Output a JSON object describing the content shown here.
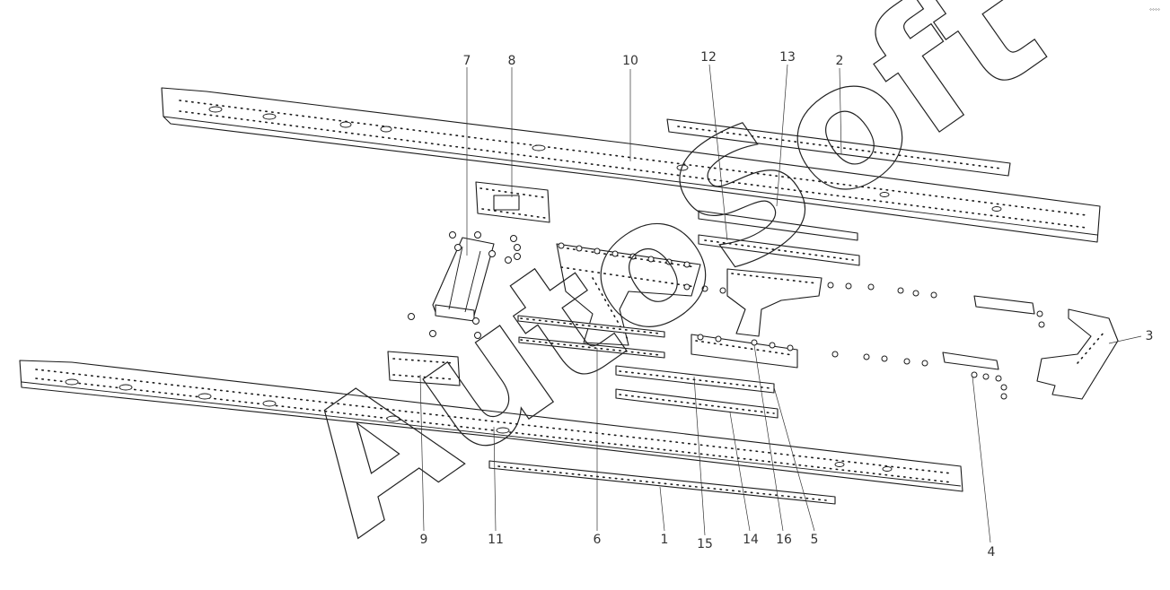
{
  "callouts": [
    {
      "id": "c1",
      "label": "1"
    },
    {
      "id": "c2",
      "label": "2"
    },
    {
      "id": "c3",
      "label": "3"
    },
    {
      "id": "c4",
      "label": "4"
    },
    {
      "id": "c5",
      "label": "5"
    },
    {
      "id": "c6",
      "label": "6"
    },
    {
      "id": "c7",
      "label": "7"
    },
    {
      "id": "c8",
      "label": "8"
    },
    {
      "id": "c9",
      "label": "9"
    },
    {
      "id": "c10",
      "label": "10"
    },
    {
      "id": "c11",
      "label": "11"
    },
    {
      "id": "c12",
      "label": "12"
    },
    {
      "id": "c13",
      "label": "13"
    },
    {
      "id": "c14",
      "label": "14"
    },
    {
      "id": "c15",
      "label": "15"
    },
    {
      "id": "c16",
      "label": "16"
    }
  ],
  "watermark": {
    "text": "AutoSoft"
  }
}
